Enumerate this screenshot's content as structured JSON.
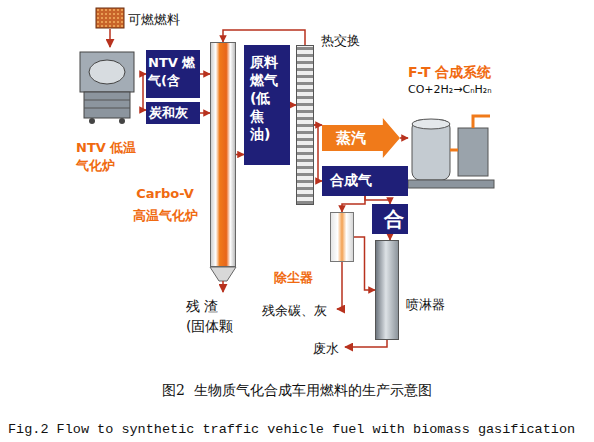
{
  "diagram": {
    "caption": "图2  生物质气化合成车用燃料的生产示意图",
    "nodes": [
      {
        "text": [
          "NTV 低温气化炉"
        ]
      },
      {
        "text": [
          "NTV 燃气(含"
        ]
      },
      {
        "text": [
          "炭和灰"
        ]
      },
      {
        "text": [
          "Carbo-V 高温气化炉"
        ]
      },
      {
        "text": [
          "原料燃气(低焦油)"
        ]
      },
      {
        "text": [
          "热交换"
        ]
      },
      {
        "text": [
          "蒸汽"
        ]
      },
      {
        "text": [
          "F-T 合成系统",
          "CO+2H₂→CₙH₂ₙ"
        ]
      },
      {
        "text": [
          "合成气"
        ]
      },
      {
        "text": [
          "除尘器"
        ]
      },
      {
        "text": [
          "合"
        ]
      },
      {
        "text": [
          "喷淋器"
        ]
      }
    ],
    "edges": [
      {
        "from": 0,
        "to": 1,
        "arrow": "to"
      },
      {
        "from": 0,
        "to": 2,
        "arrow": "to"
      },
      {
        "from": 1,
        "to": 3,
        "arrow": "to"
      },
      {
        "from": 2,
        "to": 3,
        "arrow": "to"
      },
      {
        "from": 3,
        "to": 4,
        "arrow": "to"
      },
      {
        "from": 4,
        "to": 5,
        "arrow": "to"
      },
      {
        "from": 5,
        "to": 6,
        "arrow": "to"
      },
      {
        "from": 6,
        "to": 7,
        "arrow": "to"
      },
      {
        "from": 5,
        "to": 8,
        "arrow": "to"
      },
      {
        "from": 8,
        "to": 9,
        "arrow": "to"
      },
      {
        "from": 8,
        "to": 10,
        "arrow": "to"
      },
      {
        "from": 10,
        "to": 11,
        "arrow": "to"
      },
      {
        "from": 9,
        "to": 11,
        "arrow": "to"
      },
      {
        "from": 5,
        "to": 3,
        "arrow": "to"
      }
    ],
    "labels": [
      "可燃燃料",
      "残 渣 (固体颗",
      "残余碳、灰",
      "废水",
      "Fig.2 Flow to synthetic traffic vehicle fuel with biomass gasification"
    ]
  }
}
